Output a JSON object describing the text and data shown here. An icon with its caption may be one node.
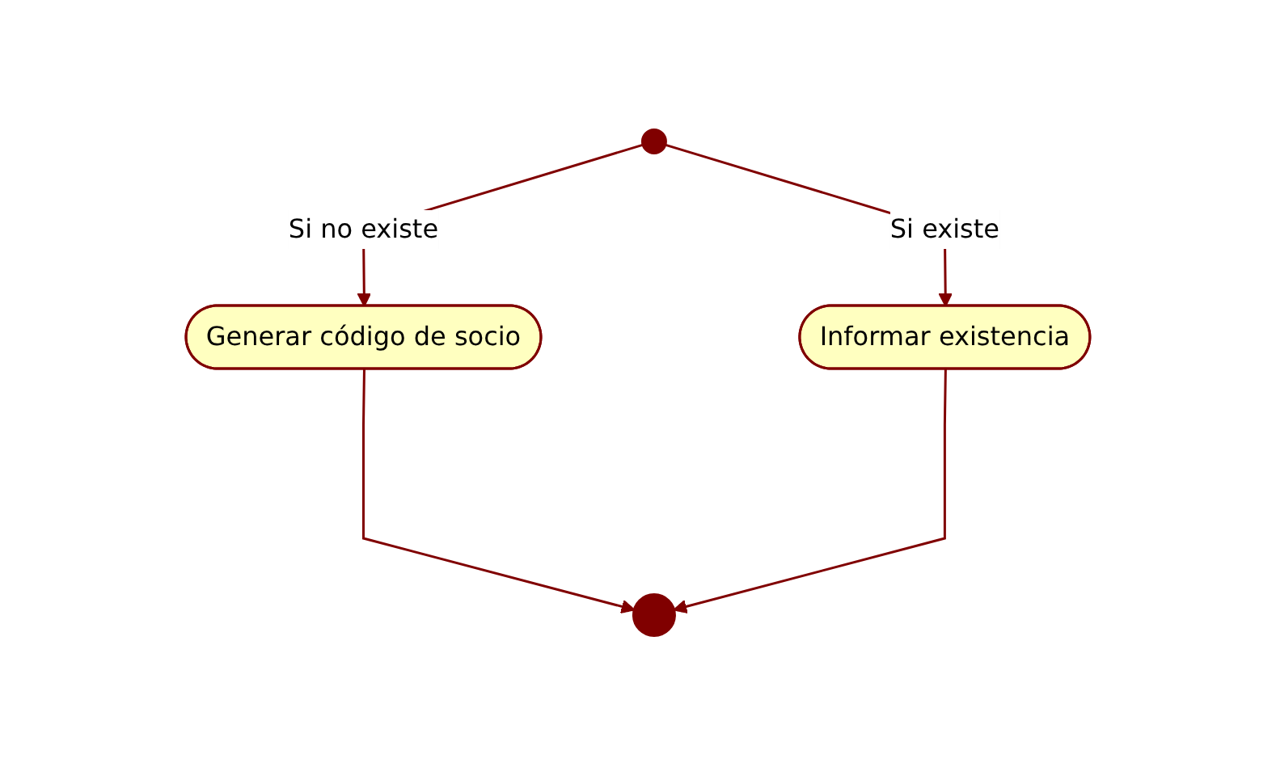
{
  "diagram": {
    "nodes": [
      {
        "text": [],
        "shape": "circle"
      },
      {
        "text": [
          "Generar código de socio"
        ]
      },
      {
        "text": [
          "Informar existencia"
        ]
      },
      {
        "text": [],
        "shape": "circle"
      }
    ],
    "edges": [
      {
        "from": 0,
        "to": 1,
        "arrow": "to",
        "label": "Si no existe"
      },
      {
        "from": 0,
        "to": 2,
        "arrow": "to",
        "label": "Si existe"
      },
      {
        "from": 1,
        "to": 3,
        "arrow": "to"
      },
      {
        "from": 2,
        "to": 3,
        "arrow": "to"
      }
    ]
  }
}
